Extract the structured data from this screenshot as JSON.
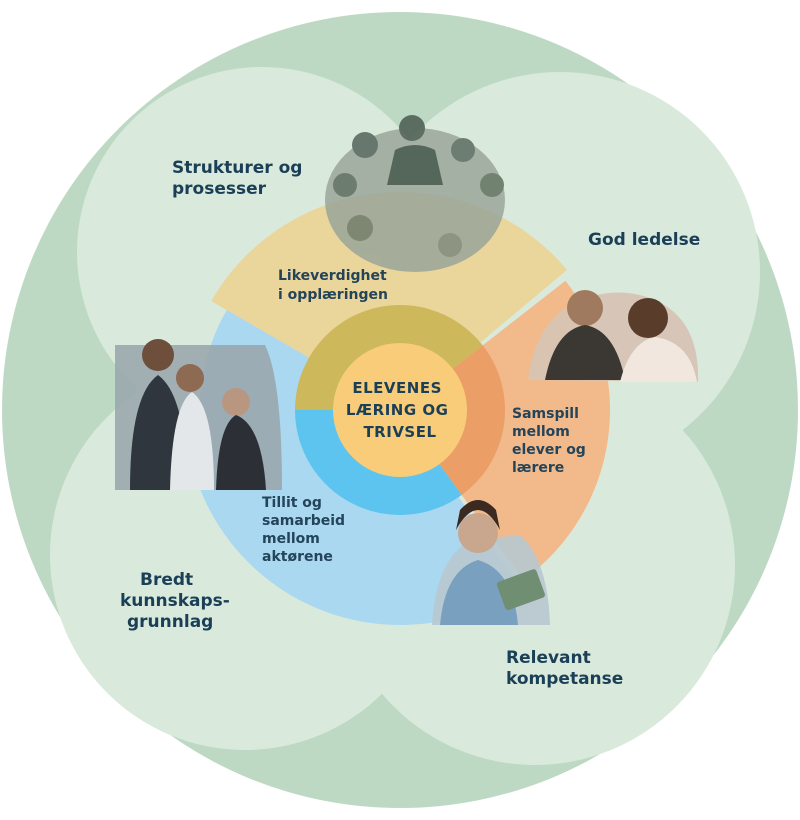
{
  "center": {
    "lines": [
      "ELEVENES",
      "LÆRING OG",
      "TRIVSEL"
    ]
  },
  "outer_labels": {
    "top_left": [
      "Strukturer og",
      "prosesser"
    ],
    "right": [
      "God ledelse"
    ],
    "bottom_left": [
      "Bredt",
      "kunnskaps-",
      "grunnlag"
    ],
    "bottom_right": [
      "Relevant",
      "kompetanse"
    ]
  },
  "sectors": {
    "yellow": [
      "Likeverdighet",
      "i opplæringen"
    ],
    "orange": [
      "Samspill",
      "mellom",
      "elever og",
      "lærere"
    ],
    "blue": [
      "Tillit og",
      "samarbeid",
      "mellom",
      "aktørene"
    ]
  },
  "colors": {
    "outer_circle": "#bdd9c4",
    "petal": "#d9eadc",
    "yellow_sector": "#ead59a",
    "orange_sector": "#f2b98a",
    "blue_sector": "#aad8f0",
    "yellow_ring": "#cdb85c",
    "orange_ring": "#eb9e66",
    "blue_ring": "#5cc4ee",
    "center": "#f8cc78",
    "text": "#1b3f57"
  },
  "icons": {
    "top_photo": "students-sitting-in-circle-photo",
    "right_photo": "teacher-and-student-photo",
    "left_photo": "colleagues-with-tablet-photo",
    "bottom_photo": "teacher-holding-books-photo"
  }
}
